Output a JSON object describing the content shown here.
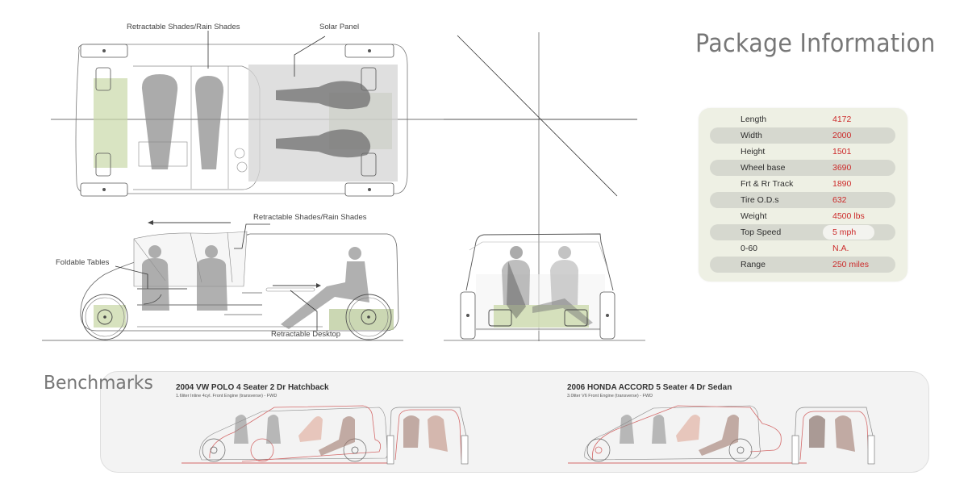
{
  "package_info": {
    "title": "Package Information",
    "specs": [
      {
        "label": "Length",
        "value": "4172",
        "striped": false
      },
      {
        "label": "Width",
        "value": "2000",
        "striped": true
      },
      {
        "label": "Height",
        "value": "1501",
        "striped": false
      },
      {
        "label": "Wheel base",
        "value": "3690",
        "striped": true
      },
      {
        "label": "Frt & Rr Track",
        "value": "1890",
        "striped": false
      },
      {
        "label": "Tire O.D.s",
        "value": "632",
        "striped": true
      },
      {
        "label": "Weight",
        "value": "4500 lbs",
        "striped": false
      },
      {
        "label": "Top Speed",
        "value": "5 mph",
        "striped": true,
        "highlighted": true
      },
      {
        "label": "0-60",
        "value": "N.A.",
        "striped": false
      },
      {
        "label": "Range",
        "value": "250 miles",
        "striped": true
      }
    ]
  },
  "diagram": {
    "top_view": {
      "callouts": {
        "shades": "Retractable Shades/Rain Shades",
        "solar": "Solar Panel"
      }
    },
    "side_view": {
      "callouts": {
        "shades": "Retractable Shades/Rain Shades",
        "tables": "Foldable Tables",
        "desktop": "Retractable Desktop"
      }
    }
  },
  "benchmarks": {
    "title": "Benchmarks",
    "items": [
      {
        "heading": "2004 VW POLO 4 Seater 2 Dr Hatchback",
        "subheading": "1.6liter Inline 4cyl. Front Engine (transverse) - FWD"
      },
      {
        "heading": "2006 HONDA ACCORD 5 Seater 4 Dr Sedan",
        "subheading": "3.0liter V6 Front Engine (transverse) - FWD"
      }
    ]
  },
  "colors": {
    "spec_value": "#cc2a2a",
    "panel_bg": "#eef0e4",
    "stripe": "#d6d8cf",
    "green_zone": "#c9d8a8",
    "benchmark_red": "#d46a6a",
    "silhouette": "#8a8a8a"
  }
}
